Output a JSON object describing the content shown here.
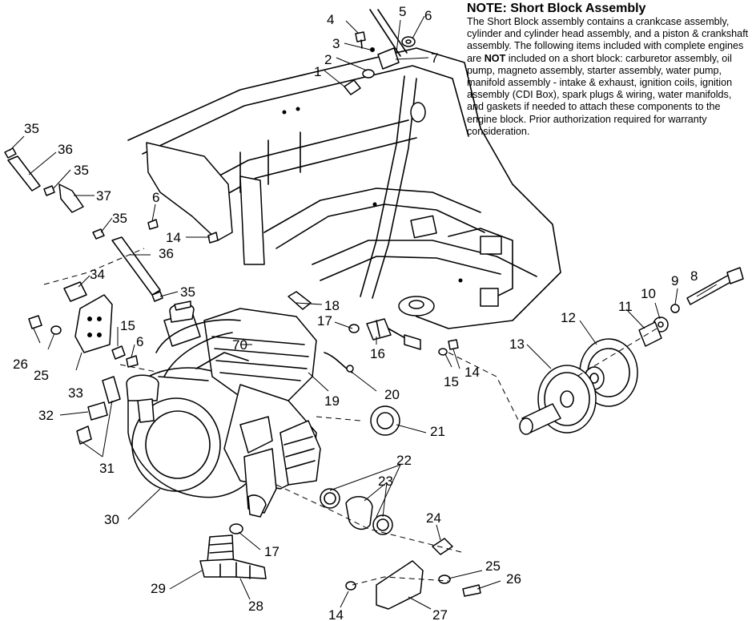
{
  "note": {
    "title": "NOTE:  Short Block Assembly",
    "body_before": "The Short Block assembly contains a crankcase assembly, cylinder and cylinder head assembly, and a piston & crankshaft assembly.  The following items included with complete engines are ",
    "body_emphasis": "NOT",
    "body_after": " included on a short block:  carburetor assembly, oil pump, magneto assembly, starter assembly, water pump, manifold assembly - intake & exhaust, ignition coils, ignition assembly (CDI Box), spark plugs & wiring, water manifolds, and gaskets if needed to attach these components to the engine block.  Prior authorization required for warranty consideration."
  },
  "callouts": {
    "c1": "1",
    "c2": "2",
    "c3": "3",
    "c4": "4",
    "c5": "5",
    "c6a": "6",
    "c7": "7",
    "c35a": "35",
    "c36a": "36",
    "c35b": "35",
    "c37": "37",
    "c35c": "35",
    "c36b": "36",
    "c35d": "35",
    "c6b": "6",
    "c14a": "14",
    "c34": "34",
    "c18": "18",
    "c17a": "17",
    "c16": "16",
    "c15a": "15",
    "c6c": "6",
    "c26a": "26",
    "c25a": "25",
    "c33": "33",
    "c70": "70",
    "c15b": "15",
    "c14b": "14",
    "c19": "19",
    "c20": "20",
    "c8": "8",
    "c9": "9",
    "c10": "10",
    "c11": "11",
    "c12": "12",
    "c13": "13",
    "c32": "32",
    "c31": "31",
    "c21": "21",
    "c22": "22",
    "c23": "23",
    "c30": "30",
    "c17b": "17",
    "c24": "24",
    "c25b": "25",
    "c26b": "26",
    "c29": "29",
    "c28": "28",
    "c14c": "14",
    "c27": "27"
  }
}
